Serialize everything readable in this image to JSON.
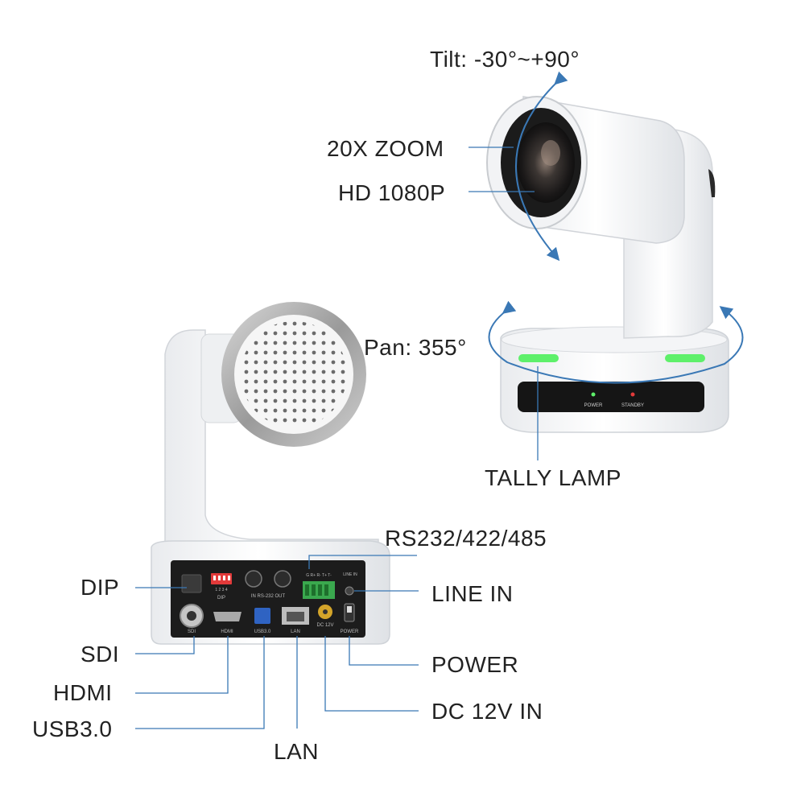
{
  "labels": {
    "tilt": "Tilt: -30°~+90°",
    "zoom": "20X ZOOM",
    "hd": "HD 1080P",
    "pan": "Pan: 355°",
    "tally": "TALLY LAMP",
    "rs232": "RS232/422/485",
    "dip": "DIP",
    "line_in": "LINE IN",
    "sdi": "SDI",
    "hdmi": "HDMI",
    "usb": "USB3.0",
    "power": "POWER",
    "dc": "DC 12V IN",
    "lan": "LAN"
  },
  "panel": {
    "power_led": "POWER",
    "standby_led": "STANDBY",
    "port_sdi": "SDI",
    "port_hdmi": "HDMI",
    "port_usb": "USB3.0",
    "port_lan": "LAN",
    "port_dc": "DC 12V",
    "port_power": "POWER",
    "port_dip": "DIP",
    "port_line_in": "LINE IN",
    "port_rs232": "IN  RS-232  OUT",
    "dip_numbers": "1 2 3 4",
    "terminal_letters": "G  R+  R-  T+  T-"
  },
  "colors": {
    "tally_green": "#5ef06a",
    "arrow_blue": "#3a78b5",
    "usb_blue": "#2f63c2",
    "dip_red": "#e23a3a",
    "terminal_green": "#3aa84e"
  }
}
